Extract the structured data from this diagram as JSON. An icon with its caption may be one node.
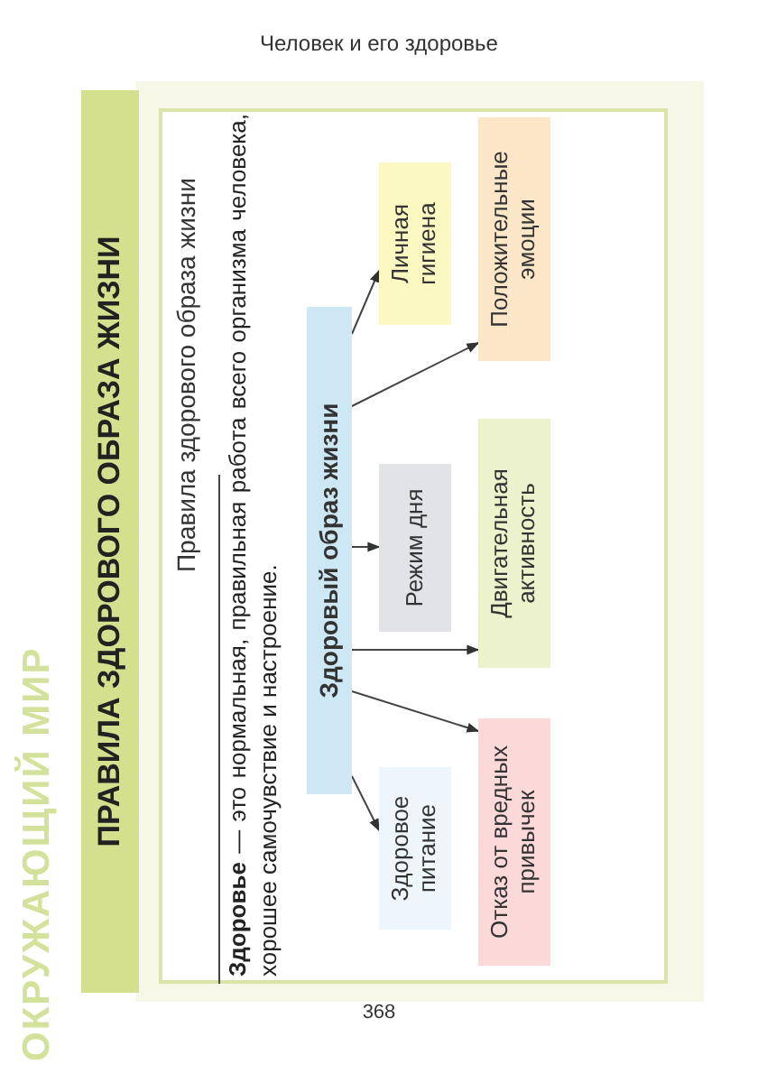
{
  "diagram": {
    "title": "ПРАВИЛА ЗДОРОВОГО ОБРАЗА ЖИЗНИ",
    "nodes": [
      {
        "text": [
          "Здоровый образ жизни"
        ]
      },
      {
        "text": [
          "Личная гигиена"
        ]
      },
      {
        "text": [
          "Режим дня"
        ]
      },
      {
        "text": [
          "Здоровое питание"
        ]
      },
      {
        "text": [
          "Положительные эмоции"
        ]
      },
      {
        "text": [
          "Двигательная активность"
        ]
      },
      {
        "text": [
          "Отказ от вредных привычек"
        ]
      }
    ],
    "edges": [
      {
        "from": 0,
        "to": 1,
        "arrow": "to"
      },
      {
        "from": 0,
        "to": 4,
        "arrow": "to"
      },
      {
        "from": 0,
        "to": 2,
        "arrow": "to"
      },
      {
        "from": 0,
        "to": 5,
        "arrow": "to"
      },
      {
        "from": 0,
        "to": 6,
        "arrow": "to"
      },
      {
        "from": 0,
        "to": 3,
        "arrow": "to"
      }
    ],
    "labels": [
      "Человек и его здоровье",
      "Правила здорового образа жизни",
      "**Здоровье** — это нормальная, правильная работа всего организма человека, хорошее самочувствие и настроение.",
      "ОКРУЖАЮЩИЙ МИР",
      "368"
    ]
  }
}
